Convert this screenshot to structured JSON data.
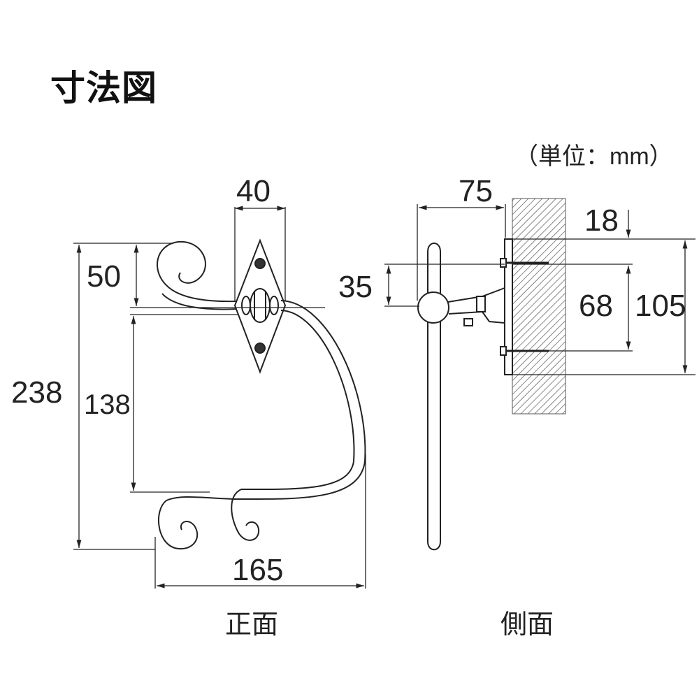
{
  "title": "寸法図",
  "unit_note": "（単位：mm）",
  "views": {
    "front": {
      "caption": "正面",
      "dimensions": {
        "plate_width": "40",
        "top_offset": "50",
        "overall_height": "238",
        "inner_height": "138",
        "overall_width": "165"
      }
    },
    "side": {
      "caption": "側面",
      "dimensions": {
        "projection": "75",
        "bar_offset": "35",
        "top_gap": "18",
        "screw_pitch": "68",
        "plate_height": "105"
      }
    }
  },
  "colors": {
    "ink": "#222222",
    "wall_hatch": "#555555"
  }
}
